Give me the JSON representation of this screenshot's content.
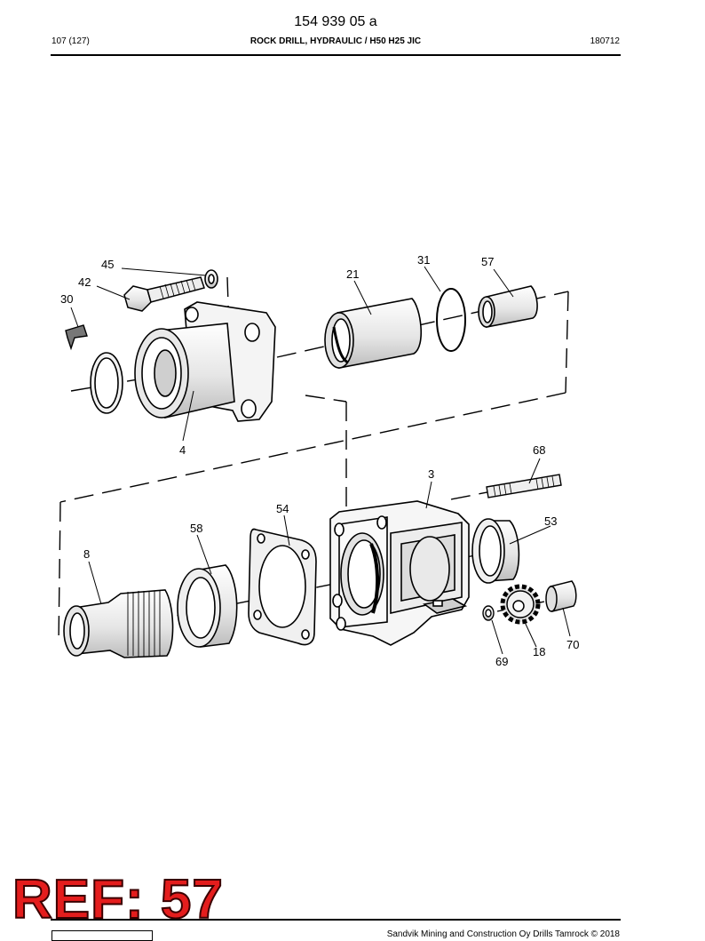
{
  "header": {
    "doc_number": "154 939 05 a",
    "page": "107 (127)",
    "title": "ROCK DRILL, HYDRAULIC / H50 H25 JIC",
    "date_code": "180712"
  },
  "diagram": {
    "labels": {
      "p45": "45",
      "p42": "42",
      "p30": "30",
      "p21": "21",
      "p31": "31",
      "p57": "57",
      "p4": "4",
      "p68": "68",
      "p3": "3",
      "p54": "54",
      "p53": "53",
      "p58": "58",
      "p8": "8",
      "p70": "70",
      "p18": "18",
      "p69": "69"
    }
  },
  "stamp": {
    "ref": "REF: 57"
  },
  "footer": {
    "copyright": "Sandvik Mining and Construction Oy Drills Tamrock © 2018"
  }
}
